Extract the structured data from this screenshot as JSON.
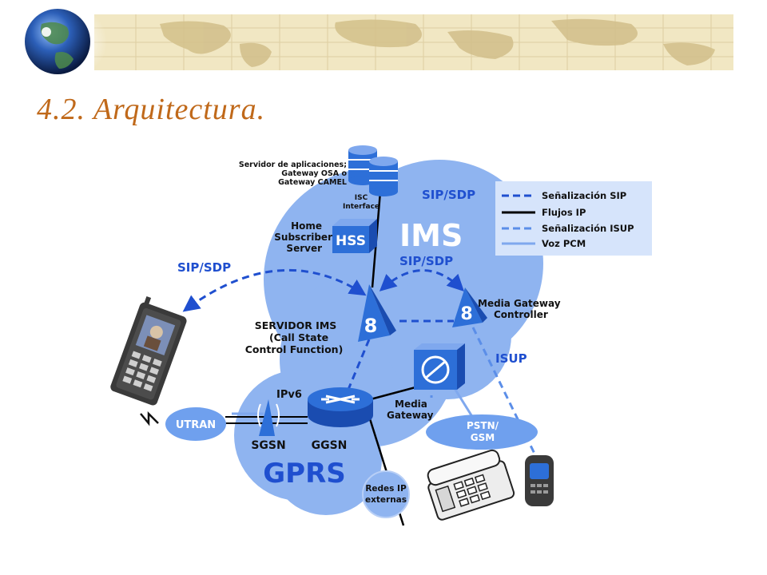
{
  "slide": {
    "title": "4.2. Arquitectura.",
    "title_color": "#c0691a"
  },
  "colors": {
    "ims_cloud": "#8fb4f0",
    "gprs_cloud": "#8fb4f0",
    "node_blue": "#2d6fd8",
    "sip_signal": "#1f4fcf",
    "isup_signal": "#5b8ee8",
    "ip_flow": "#000000",
    "voz_pcm": "#7fa8ee",
    "label_dark": "#111111",
    "label_white": "#ffffff",
    "label_blue": "#1f4fcf",
    "banner_bg": "#f1e7c3"
  },
  "icons": {
    "globe": "globe-icon",
    "database": "database-icon",
    "hss": "hss-box-icon",
    "cscf": "cscf-node-icon",
    "mgc": "mgc-node-icon",
    "media_gateway": "media-gateway-icon",
    "router": "ggsn-router-icon",
    "sgsn": "sgsn-antenna-icon",
    "mobile": "mobile-phone-icon",
    "desk_phone": "desk-phone-icon",
    "cell_phone": "cell-phone-icon"
  },
  "diagram": {
    "app_server_label": [
      "Servidor de aplicaciones;",
      "Gateway OSA o",
      "Gateway CAMEL"
    ],
    "isc_label": [
      "ISC",
      "Interface"
    ],
    "sip_sdp_top": "SIP/SDP",
    "sip_sdp_inner": "SIP/SDP",
    "sip_sdp_left": "SIP/SDP",
    "ims_label": "IMS",
    "hss_box": "HSS",
    "hss_label": [
      "Home",
      "Subscriber",
      "Server"
    ],
    "cscf_label": [
      "SERVIDOR IMS",
      "(Call State",
      "Control Function)"
    ],
    "mgc_label": [
      "Media Gateway",
      "Controller"
    ],
    "isup_label": "ISUP",
    "mgw_label": [
      "Media",
      "Gateway"
    ],
    "ipv6_label": "IPv6",
    "utran_label": "UTRAN",
    "sgsn_label": "SGSN",
    "ggsn_label": "GGSN",
    "gprs_label": "GPRS",
    "pstn_label": [
      "PSTN/",
      "GSM"
    ],
    "redes_label": [
      "Redes IP",
      "externas"
    ]
  },
  "legend": {
    "items": [
      "Señalización SIP",
      "Flujos IP",
      "Señalización ISUP",
      "Voz PCM"
    ]
  }
}
